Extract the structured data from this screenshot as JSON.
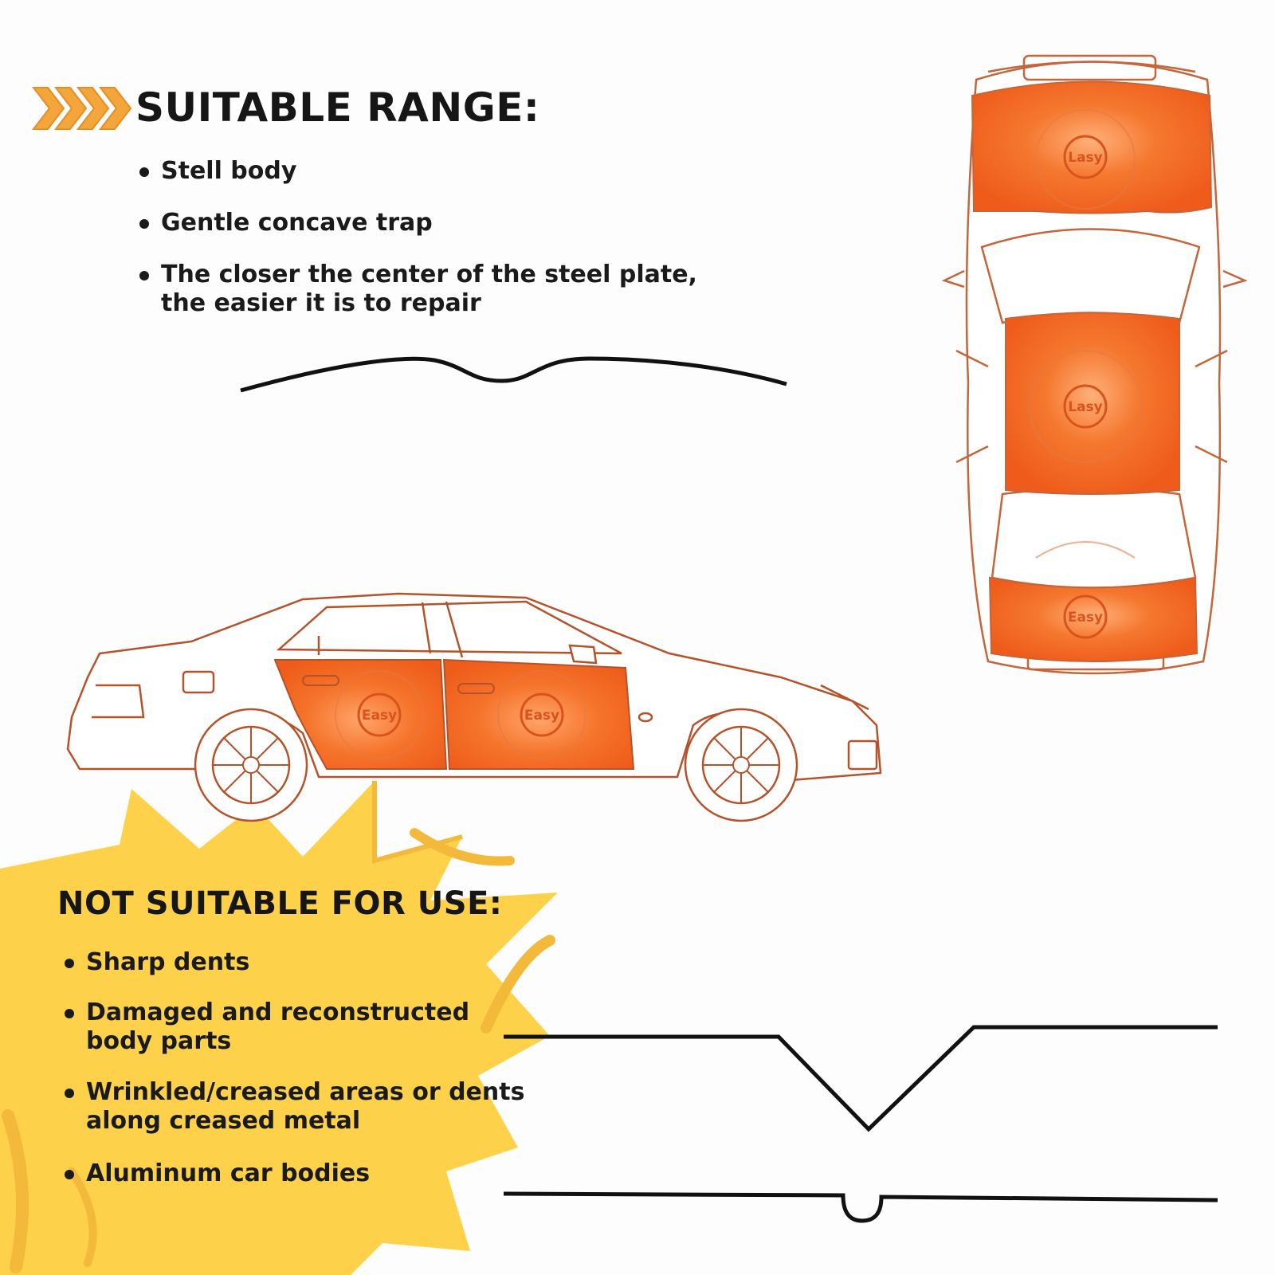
{
  "suitable": {
    "title": "SUITABLE RANGE:",
    "items": [
      "Stell body",
      "Gentle concave trap",
      "The closer the center of the steel plate,\nthe easier it is to repair"
    ]
  },
  "not_suitable": {
    "title": "NOT SUITABLE FOR USE:",
    "items": [
      "Sharp dents",
      "Damaged and reconstructed\nbody parts",
      "Wrinkled/creased areas or dents\nalong creased metal",
      "Aluminum car bodies"
    ]
  },
  "car_badges": {
    "top_view": [
      "Lasy",
      "Lasy",
      "Easy"
    ],
    "side_view": [
      "Easy",
      "Easy"
    ]
  },
  "colors": {
    "accent_orange": "#f4a53c",
    "panel_orange": "#f26a22",
    "outline": "#b4532a",
    "starburst_yellow": "#fdd24a",
    "text": "#161616"
  },
  "icons": [
    "chevron-arrows-icon",
    "car-top-view-illustration",
    "car-side-view-illustration",
    "starburst-shape"
  ]
}
